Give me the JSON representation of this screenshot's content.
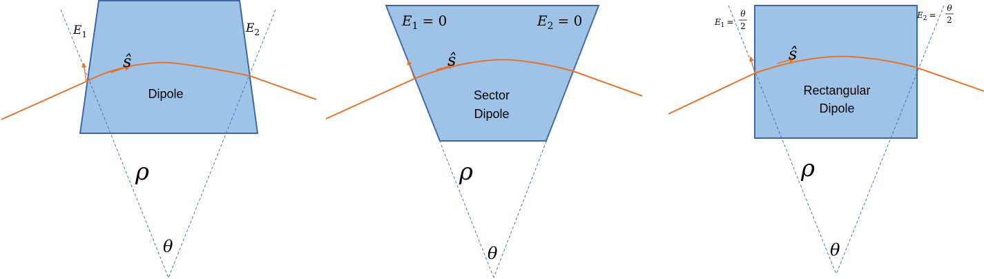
{
  "colors": {
    "dipole_fill": "#9fc3e6",
    "dipole_stroke": "#3f65a8",
    "trajectory": "#e2742c",
    "guide_line": "#4677c4",
    "text": "#000000"
  },
  "panels": [
    {
      "label": "Dipole",
      "e1": "E",
      "e1_sub": "1",
      "e2": "E",
      "e2_sub": "2",
      "s_hat": "ŝ",
      "rho": "ρ",
      "theta": "θ"
    },
    {
      "label_line1": "Sector",
      "label_line2": "Dipole",
      "e1": "E",
      "e1_sub": "1",
      "e1_eq": "= 0",
      "e2": "E",
      "e2_sub": "2",
      "e2_eq": "= 0",
      "s_hat": "ŝ",
      "rho": "ρ",
      "theta": "θ"
    },
    {
      "label_line1": "Rectangular",
      "label_line2": "Dipole",
      "e1": "E",
      "e1_sub": "1",
      "e1_eq": "=",
      "e2": "E",
      "e2_sub": "2",
      "e2_eq": "=",
      "frac_num": "θ",
      "frac_den": "2",
      "s_hat": "ŝ",
      "rho": "ρ",
      "theta": "θ"
    }
  ]
}
